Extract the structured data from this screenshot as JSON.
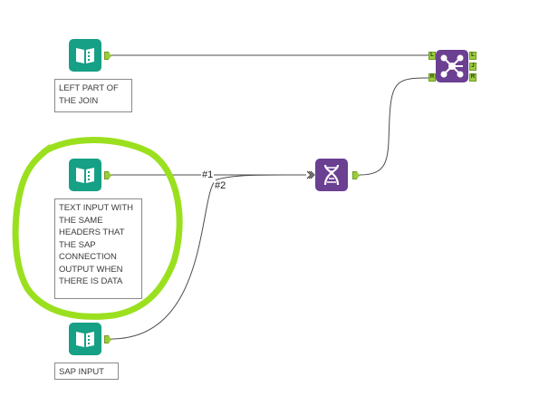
{
  "tools": {
    "left_input": {
      "icon": "book-icon",
      "annotation": "LEFT PART OF THE JOIN"
    },
    "text_input": {
      "icon": "book-icon",
      "annotation": "TEXT INPUT WITH THE SAME HEADERS THAT THE SAP CONNECTION OUTPUT WHEN THERE IS DATA"
    },
    "sap_input": {
      "icon": "book-icon",
      "annotation": "SAP INPUT"
    },
    "union": {
      "icon": "dna-icon"
    },
    "join": {
      "icon": "join-network-icon",
      "anchors": {
        "in_left": "L",
        "in_right": "R",
        "out_left": "L",
        "out_join": "J",
        "out_right": "R"
      }
    }
  },
  "connections": {
    "text_to_union_label": "#1",
    "sap_to_union_label": "#2"
  },
  "colors": {
    "input_tool": "#16a085",
    "transform_tool": "#6b3f91",
    "anchor": "#9ccc3c",
    "highlight_circle": "#9be01e"
  }
}
